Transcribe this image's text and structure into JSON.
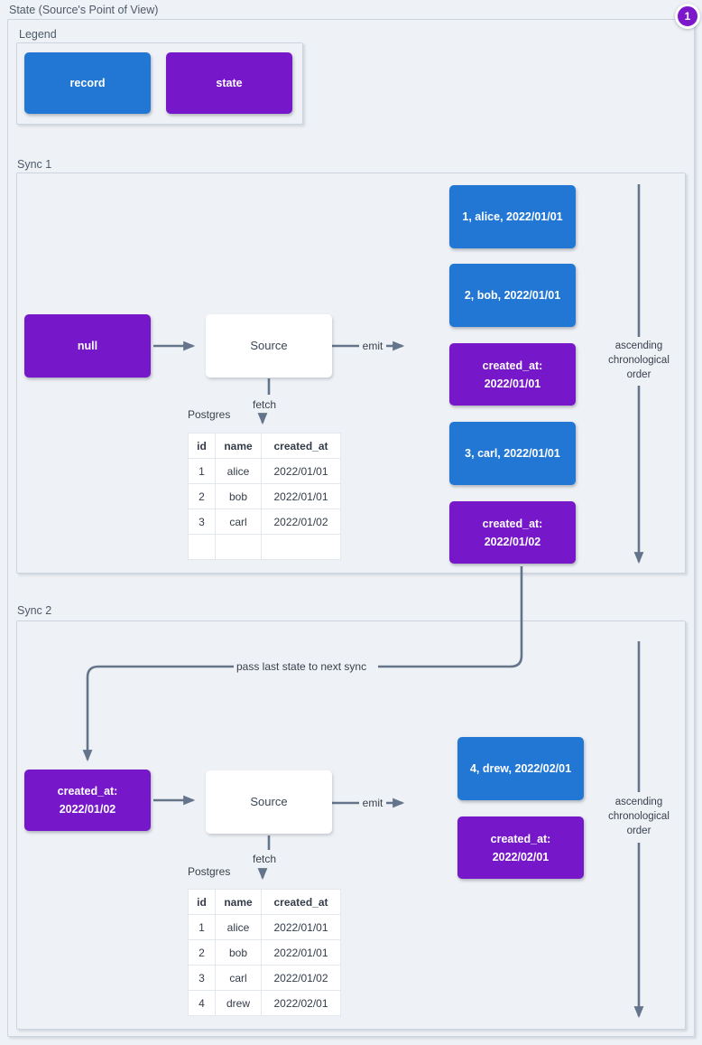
{
  "page": {
    "title": "State (Source's Point of View)",
    "badge": "1",
    "legend": {
      "label": "Legend",
      "items": [
        {
          "type": "record",
          "label": "record"
        },
        {
          "type": "state",
          "label": "state"
        }
      ]
    }
  },
  "labels": {
    "source": "Source",
    "emit": "emit",
    "fetch": "fetch",
    "postgres": "Postgres",
    "pass_state": "pass last state to next sync",
    "order": "ascending\nchronological\norder"
  },
  "colors": {
    "record_blue": "#2277d4",
    "state_purple": "#7617c9",
    "badge_purple": "#7c17cb",
    "arrow_gray": "#64748b"
  },
  "sync1": {
    "label": "Sync 1",
    "input_state": "null",
    "table": {
      "headers": [
        "id",
        "name",
        "created_at"
      ],
      "rows": [
        [
          "1",
          "alice",
          "2022/01/01"
        ],
        [
          "2",
          "bob",
          "2022/01/01"
        ],
        [
          "3",
          "carl",
          "2022/01/02"
        ],
        [
          "",
          "",
          ""
        ]
      ]
    },
    "emitted": [
      {
        "type": "record",
        "text": "1, alice, 2022/01/01"
      },
      {
        "type": "record",
        "text": "2, bob, 2022/01/01"
      },
      {
        "type": "state",
        "text": "created_at:\n2022/01/01"
      },
      {
        "type": "record",
        "text": "3, carl, 2022/01/01"
      },
      {
        "type": "state",
        "text": "created_at:\n2022/01/02"
      }
    ]
  },
  "sync2": {
    "label": "Sync 2",
    "input_state": "created_at:\n2022/01/02",
    "table": {
      "headers": [
        "id",
        "name",
        "created_at"
      ],
      "rows": [
        [
          "1",
          "alice",
          "2022/01/01"
        ],
        [
          "2",
          "bob",
          "2022/01/01"
        ],
        [
          "3",
          "carl",
          "2022/01/02"
        ],
        [
          "4",
          "drew",
          "2022/02/01"
        ]
      ]
    },
    "emitted": [
      {
        "type": "record",
        "text": "4, drew, 2022/02/01"
      },
      {
        "type": "state",
        "text": "created_at:\n2022/02/01"
      }
    ]
  }
}
